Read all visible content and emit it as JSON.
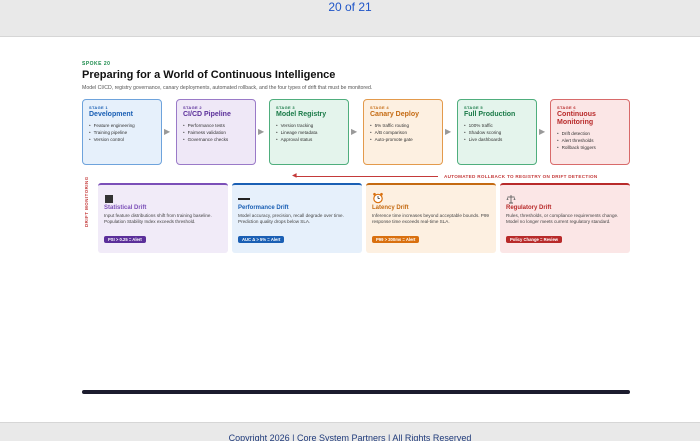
{
  "pager": "20 of 21",
  "footer": "Copyright 2026 | Core System Partners | All Rights Reserved",
  "slide": {
    "eyebrow": "SPOKE 20",
    "title": "Preparing for a World of Continuous Intelligence",
    "subtitle": "Model CI/CD, registry governance, canary deployments, automated rollback, and the four types of drift that must be monitored."
  },
  "stages": [
    {
      "num": "STAGE 1",
      "name": "Development",
      "items": [
        "Feature engineering",
        "Training pipeline",
        "Version control"
      ],
      "bg": "#e6f0fb",
      "border": "#6ea3dc",
      "color": "#1a5fb4"
    },
    {
      "num": "STAGE 2",
      "name": "CI/CD Pipeline",
      "items": [
        "Performance tests",
        "Fairness validation",
        "Governance checks"
      ],
      "bg": "#efe8f7",
      "border": "#9a7ac8",
      "color": "#5b2f9a"
    },
    {
      "num": "STAGE 3",
      "name": "Model Registry",
      "items": [
        "Version tracking",
        "Lineage metadata",
        "Approval status"
      ],
      "bg": "#e4f4ec",
      "border": "#4fae7d",
      "color": "#1a7a48"
    },
    {
      "num": "STAGE 4",
      "name": "Canary Deploy",
      "items": [
        "5% traffic routing",
        "A/B comparison",
        "Auto-promote gate"
      ],
      "bg": "#fdf0e1",
      "border": "#e39a4c",
      "color": "#c46a12"
    },
    {
      "num": "STAGE 5",
      "name": "Full Production",
      "items": [
        "100% traffic",
        "Shadow scoring",
        "Live dashboards"
      ],
      "bg": "#e4f4ec",
      "border": "#4fae7d",
      "color": "#1a7a48"
    },
    {
      "num": "STAGE 6",
      "name": "Continuous Monitoring",
      "items": [
        "Drift detection",
        "Alert thresholds",
        "Rollback triggers"
      ],
      "bg": "#fbe6e6",
      "border": "#d86a6a",
      "color": "#b82a2a"
    }
  ],
  "rollback": "AUTOMATED ROLLBACK TO REGISTRY ON DRIFT DETECTION",
  "drift_label": "DRIFT MONITORING",
  "cards": [
    {
      "name": "Statistical Drift",
      "icon": "bar-chart-icon",
      "desc": "Input feature distributions shift from training baseline. Population Stability Index exceeds threshold.",
      "badge": "PSI > 0.25 = Alert",
      "bg": "#f1ebf8",
      "accent": "#7b4fb8",
      "badge_bg": "#5b2f9a"
    },
    {
      "name": "Performance Drift",
      "icon": "trend-line-icon",
      "desc": "Model accuracy, precision, recall degrade over time. Prediction quality drops below SLA.",
      "badge": "AUC Δ > 5% = Alert",
      "bg": "#e6f0fb",
      "accent": "#1a5fb4",
      "badge_bg": "#1a5fb4"
    },
    {
      "name": "Latency Drift",
      "icon": "alarm-clock-icon",
      "desc": "Inference time increases beyond acceptable bounds. P99 response time exceeds real-time SLA.",
      "badge": "P99 > 200ms = Alert",
      "bg": "#fdf0e1",
      "accent": "#c46a12",
      "badge_bg": "#d9700f"
    },
    {
      "name": "Regulatory Drift",
      "icon": "balance-scale-icon",
      "desc": "Rules, thresholds, or compliance requirements change. Model no longer meets current regulatory standard.",
      "badge": "Policy Change = Review",
      "bg": "#fbe6e6",
      "accent": "#b82a2a",
      "badge_bg": "#b82a2a"
    }
  ]
}
